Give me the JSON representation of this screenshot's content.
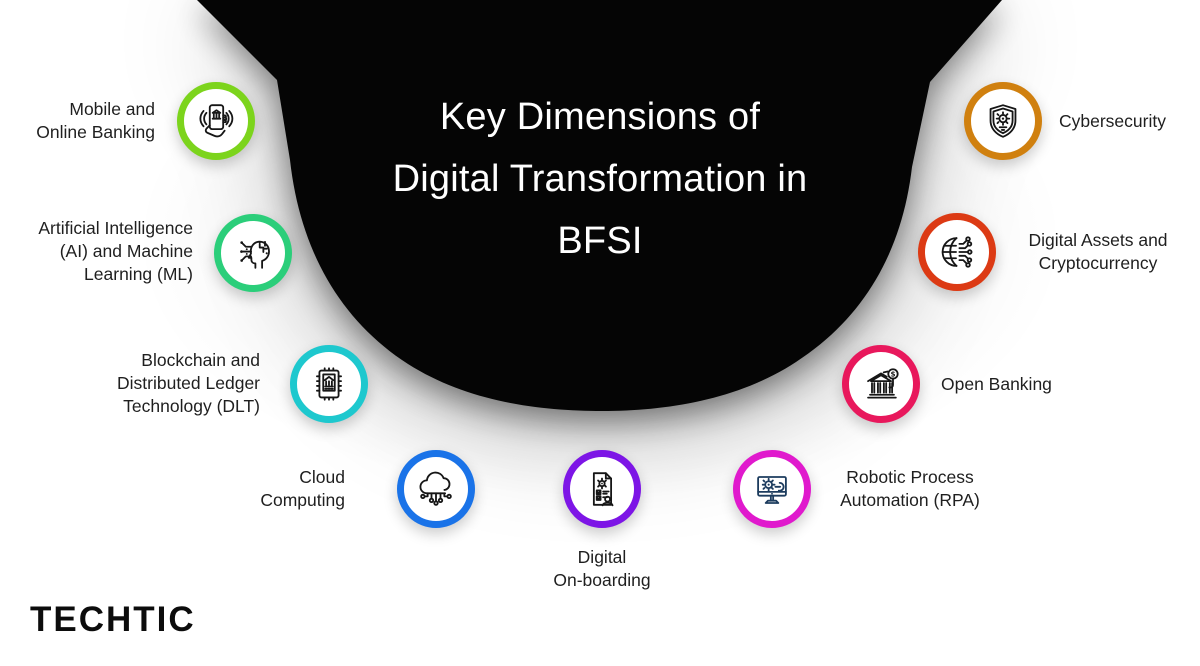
{
  "title": {
    "line1": "Key Dimensions of",
    "line2": "Digital Transformation in",
    "line3": "BFSI"
  },
  "brand": {
    "logo_text": "TECHTIC"
  },
  "items": [
    {
      "id": "mobile-online-banking",
      "label": "Mobile and\nOnline Banking",
      "ring_color": "#7CD41C",
      "icon": "hand-holding-phone-with-bank"
    },
    {
      "id": "ai-ml",
      "label": "Artificial Intelligence\n(AI) and Machine\nLearning (ML)",
      "ring_color": "#2BCE7A",
      "icon": "head-with-circuit-brain"
    },
    {
      "id": "blockchain-dlt",
      "label": "Blockchain and\nDistributed Ledger\nTechnology (DLT)",
      "ring_color": "#1EC8CE",
      "icon": "chip-with-bank"
    },
    {
      "id": "cloud-computing",
      "label": "Cloud\nComputing",
      "ring_color": "#1A73E8",
      "icon": "cloud-with-circuit"
    },
    {
      "id": "digital-onboarding",
      "label": "Digital\nOn-boarding",
      "ring_color": "#7D15E6",
      "icon": "document-gear-person"
    },
    {
      "id": "rpa",
      "label": "Robotic Process\nAutomation (RPA)",
      "ring_color": "#E019CD",
      "icon": "monitor-gear-wrench"
    },
    {
      "id": "open-banking",
      "label": "Open Banking",
      "ring_color": "#E8185C",
      "icon": "bank-with-dollar-coin",
      "coin_symbol": "$"
    },
    {
      "id": "digital-assets-crypto",
      "label": "Digital Assets and\nCryptocurrency",
      "ring_color": "#DC3A14",
      "icon": "globe-with-circuit"
    },
    {
      "id": "cybersecurity",
      "label": "Cybersecurity",
      "ring_color": "#D0800F",
      "icon": "shield-with-gear"
    }
  ]
}
